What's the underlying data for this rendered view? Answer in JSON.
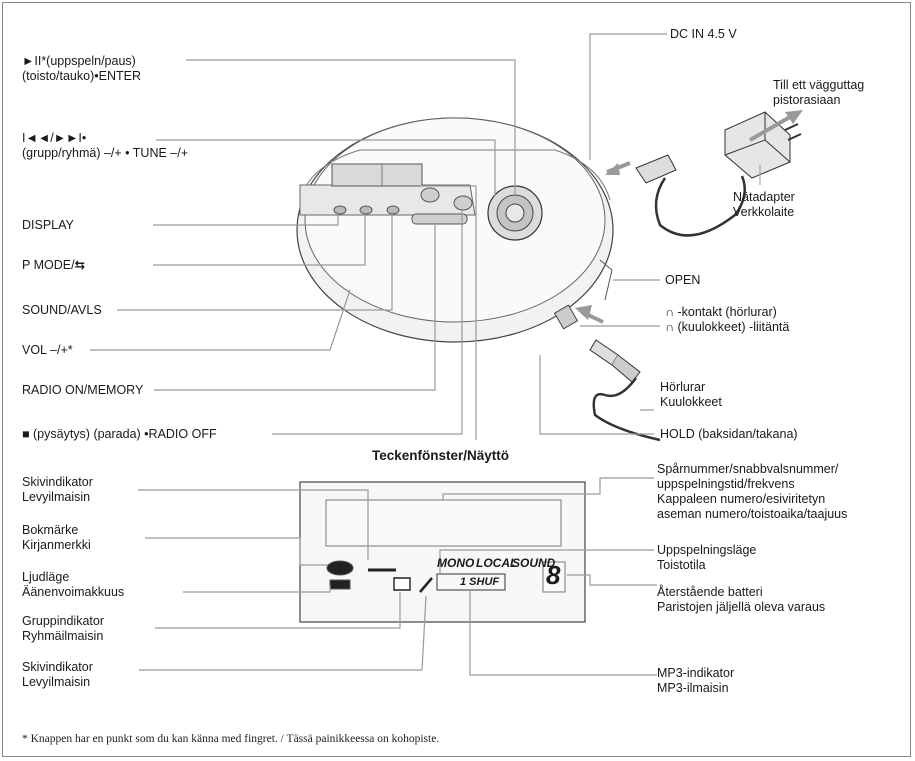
{
  "labels": {
    "play_pause": [
      "►II*(uppspeln/paus)",
      "(toisto/tauko)•ENTER"
    ],
    "skip": [
      "I◄◄/►►I•",
      "(grupp/ryhmä) –/+ • TUNE –/+"
    ],
    "display": "DISPLAY",
    "p_mode": "P MODE/",
    "sound_avls": "SOUND/AVLS",
    "vol": "VOL –/+*",
    "radio_on": "RADIO ON/MEMORY",
    "stop": "■ (pysäytys) (parada) •RADIO OFF",
    "dc_in": "DC IN 4.5 V",
    "wall_outlet": [
      "Till ett vägguttag",
      "pistorasiaan"
    ],
    "adapter": [
      "Nätadapter",
      "Verkkolaite"
    ],
    "open": "OPEN",
    "headphone_jack": [
      "-kontakt (hörlurar)",
      "(kuulokkeet) -liitäntä"
    ],
    "headphones": [
      "Hörlurar",
      "Kuulokkeet"
    ],
    "hold": "HOLD (baksidan/takana)",
    "display_window": "Teckenfönster/Näyttö",
    "disc_indicator_top": [
      "Skivindikator",
      "Levyilmaisin"
    ],
    "bookmark": [
      "Bokmärke",
      "Kirjanmerkki"
    ],
    "sound_mode": [
      "Ljudläge",
      "Äänenvoimakkuus"
    ],
    "group_indicator": [
      "Gruppindikator",
      "Ryhmäilmaisin"
    ],
    "disc_indicator_bottom": [
      "Skivindikator",
      "Levyilmaisin"
    ],
    "track_number": [
      "Spårnummer/snabbvalsnummer/",
      "uppspelningstid/frekvens",
      "Kappaleen numero/esiviritetyn",
      "aseman numero/toistoaika/taajuus"
    ],
    "play_mode": [
      "Uppspelningsläge",
      "Toistotila"
    ],
    "battery": [
      "Återstående batteri",
      "Paristojen jäljellä oleva varaus"
    ],
    "mp3": [
      "MP3-indikator",
      "MP3-ilmaisin"
    ]
  },
  "lcd": {
    "mono": "MONO",
    "local": "LOCAL",
    "sound": "SOUND",
    "shuf": "1 SHUF",
    "digit": "8"
  },
  "footnote": "* Knappen har en punkt som du kan känna med fingret. / Tässä painikkeessa on kohopiste."
}
